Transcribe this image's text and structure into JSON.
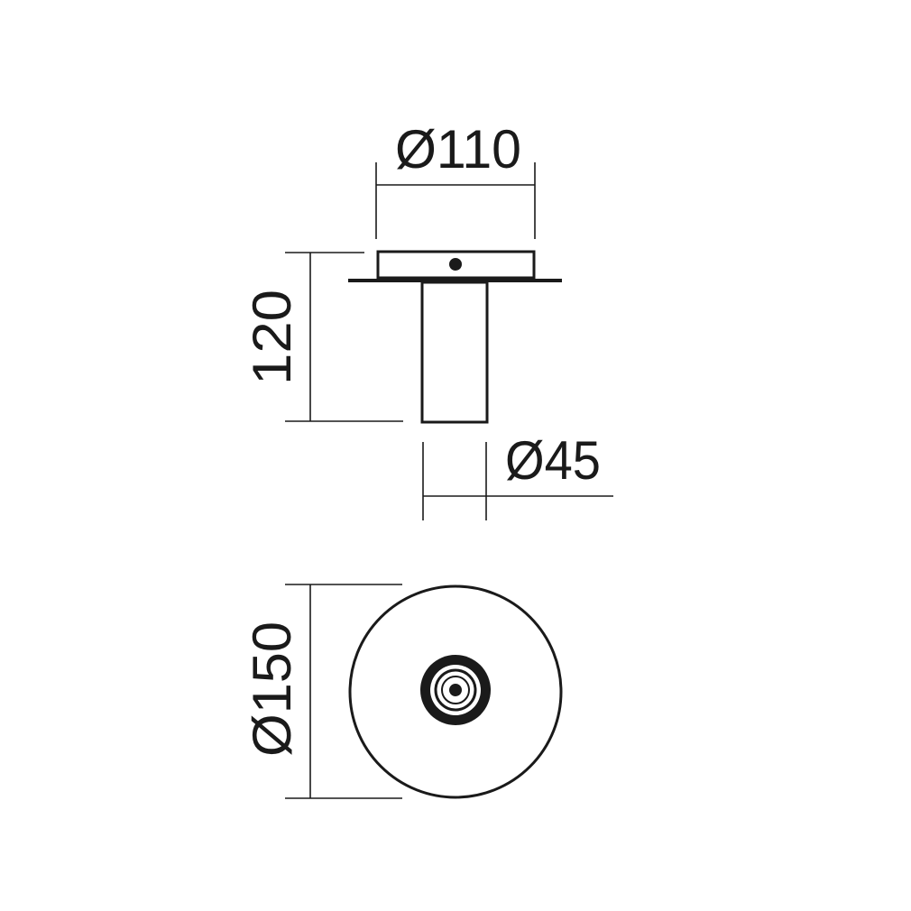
{
  "dimensions": {
    "mount_diameter": "Ø110",
    "height": "120",
    "tube_diameter": "Ø45",
    "base_diameter": "Ø150"
  },
  "colors": {
    "line": "#1a1a1a",
    "background": "#ffffff"
  }
}
